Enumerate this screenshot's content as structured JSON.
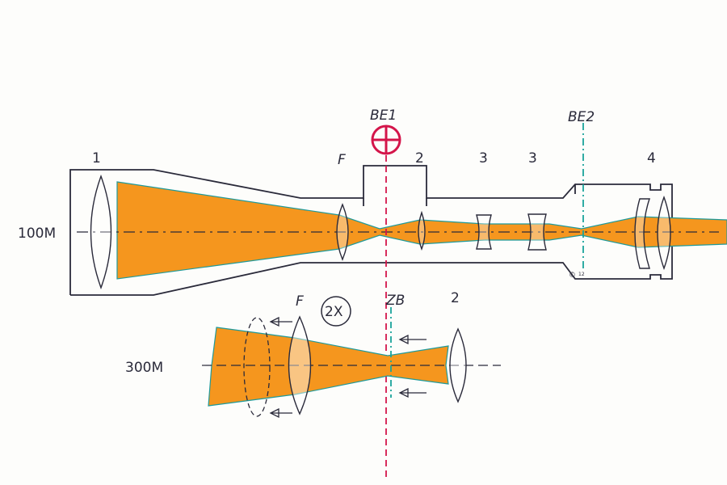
{
  "diagram": {
    "title_labels": {
      "objective": "1",
      "focus_top": "F",
      "reticle_plane_1": "BE1",
      "erector_2": "2",
      "lens_3a": "3",
      "lens_3b": "3",
      "reticle_plane_2": "BE2",
      "eyepiece": "4",
      "distance_top": "100M",
      "distance_bottom": "300M",
      "focus_bottom": "F",
      "magnification": "2X",
      "intermediate_image": "ZB",
      "erector_bottom": "2",
      "signature": "©",
      "signature_note": "12"
    },
    "colors": {
      "beam": "#f5961e",
      "beam_edge": "#1f9a9a",
      "outline": "#2a2a3a",
      "reticle": "#d4154a",
      "be2_line": "#1aa39a"
    }
  }
}
